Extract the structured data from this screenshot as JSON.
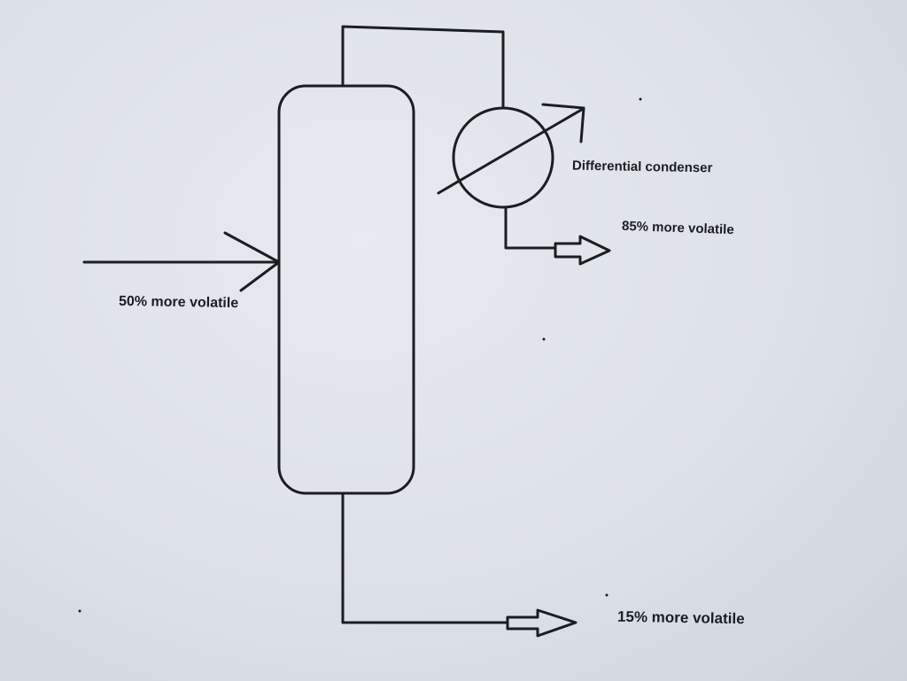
{
  "labels": {
    "condenser": "Differential condenser",
    "top_product": "85% more volatile",
    "feed": "50% more volatile",
    "bottom_product": "15% more volatile"
  },
  "colors": {
    "ink": "#1b1d22",
    "paper": "#dfe3ea"
  }
}
